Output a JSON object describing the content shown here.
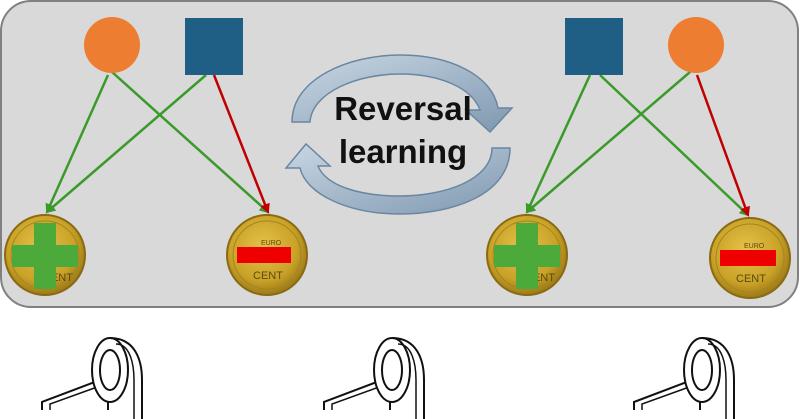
{
  "center_label": {
    "line1": "Reversal",
    "line2": "learning"
  },
  "colors": {
    "panel_fill": "#d9d9d9",
    "panel_stroke": "#808080",
    "circle_stimulus": "#ed7d31",
    "square_stimulus": "#1f5f85",
    "arrow_green": "#3a9a2a",
    "arrow_red": "#c00000",
    "cycle_arrow": "#9fb3c6",
    "coin": "#c9a227",
    "plus_sign": "#4caa3a",
    "minus_sign": "#ee0000"
  },
  "coin_text": {
    "top": "EURO",
    "bottom": "CENT"
  },
  "panels": {
    "left": {
      "stimuli": [
        "circle",
        "square"
      ],
      "links": [
        {
          "from": "circle",
          "to": "plus-coin",
          "color": "green"
        },
        {
          "from": "circle",
          "to": "minus-coin",
          "color": "green"
        },
        {
          "from": "square",
          "to": "plus-coin",
          "color": "green"
        },
        {
          "from": "square",
          "to": "minus-coin",
          "color": "red"
        }
      ]
    },
    "right": {
      "stimuli": [
        "square",
        "circle"
      ],
      "links": [
        {
          "from": "square",
          "to": "plus-coin",
          "color": "green"
        },
        {
          "from": "square",
          "to": "minus-coin",
          "color": "green"
        },
        {
          "from": "circle",
          "to": "plus-coin",
          "color": "green"
        },
        {
          "from": "circle",
          "to": "minus-coin",
          "color": "red"
        }
      ]
    }
  },
  "icons": [
    "mri-scanner-icon",
    "mri-scanner-icon",
    "mri-scanner-icon"
  ]
}
